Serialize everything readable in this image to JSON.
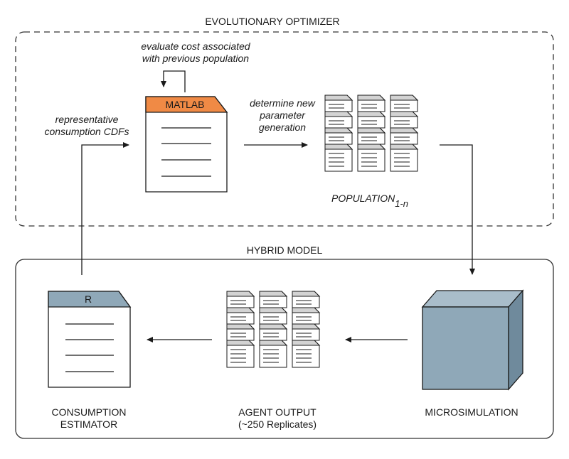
{
  "sections": {
    "optimizer_title": "EVOLUTIONARY OPTIMIZER",
    "hybrid_title": "HYBRID MODEL"
  },
  "annotations": {
    "evaluate_line1": "evaluate cost associated",
    "evaluate_line2": "with previous population",
    "determine_line1": "determine new",
    "determine_line2": "parameter",
    "determine_line3": "generation",
    "cdfs_line1": "representative",
    "cdfs_line2": "consumption CDFs"
  },
  "nodes": {
    "matlab_tab": "MATLAB",
    "r_tab": "R",
    "population_label": "POPULATION",
    "population_subscript": "1-n",
    "microsim_label": "MICROSIMULATION",
    "agent_line1": "AGENT OUTPUT",
    "agent_line2": "(~250 Replicates)",
    "consumption_line1": "CONSUMPTION",
    "consumption_line2": "ESTIMATOR"
  },
  "colors": {
    "matlab_accent": "#f08a45",
    "r_accent": "#8fa8b8",
    "cube_front": "#8fa8b8",
    "cube_top": "#a9bdca",
    "cube_side": "#6f8a9c",
    "doc_header": "#d3d3d3"
  }
}
